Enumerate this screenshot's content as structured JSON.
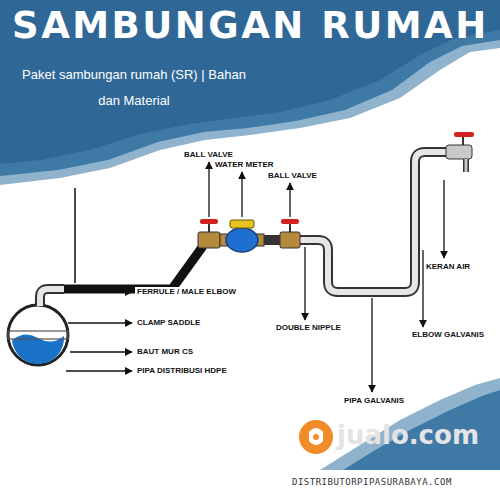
{
  "diagram": {
    "title": "SAMBUNGAN RUMAH",
    "labels": [
      "Paket sambungan rumah (SR) | Bahan dan Material",
      "BALL VALVE",
      "WATER METER",
      "BALL VALVE",
      "KERAN AIR",
      "FERRULE / MALE ELBOW",
      "CLAMP SADDLE",
      "BAUT MUR CS",
      "PIPA DISTRIBUSI HDPE",
      "DOUBLE NIPPLE",
      "ELBOW GALVANIS",
      "PIPA GALVANIS",
      "jualo.com",
      "DISTRIBUTORPIPASURABAYA.COM"
    ]
  }
}
